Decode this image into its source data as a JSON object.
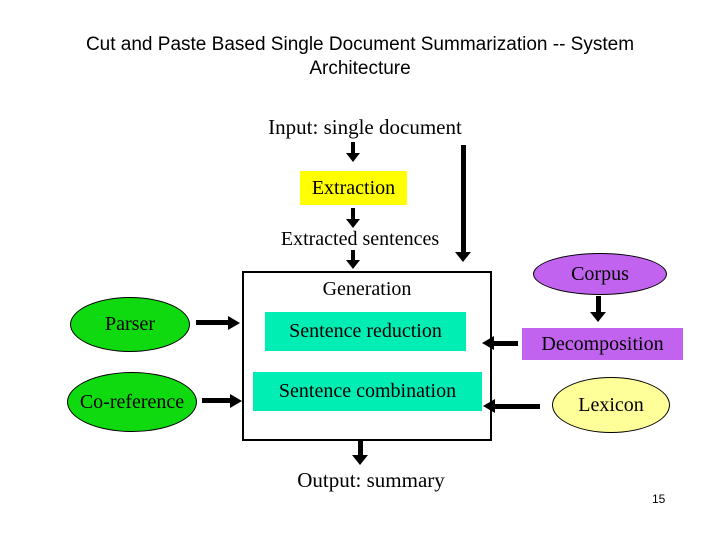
{
  "slide": {
    "title_line1": "Cut and Paste Based Single Document Summarization  -- System",
    "title_line2": "Architecture",
    "page_number": "15"
  },
  "colors": {
    "extraction_yellow": "#FFFF00",
    "lexicon_light_yellow": "#FFFF99",
    "resource_green": "#0FD90F",
    "module_cyan": "#00EDB4",
    "corpus_purple": "#C263F0"
  },
  "diagram": {
    "input_label": "Input: single document",
    "extraction_label": "Extraction",
    "extracted_label": "Extracted sentences",
    "generation_label": "Generation",
    "reduction_label": "Sentence reduction",
    "combination_label": "Sentence combination",
    "parser_label": "Parser",
    "coreference_label": "Co-reference",
    "corpus_label": "Corpus",
    "decomposition_label": "Decomposition",
    "lexicon_label": "Lexicon",
    "output_label": "Output: summary"
  }
}
